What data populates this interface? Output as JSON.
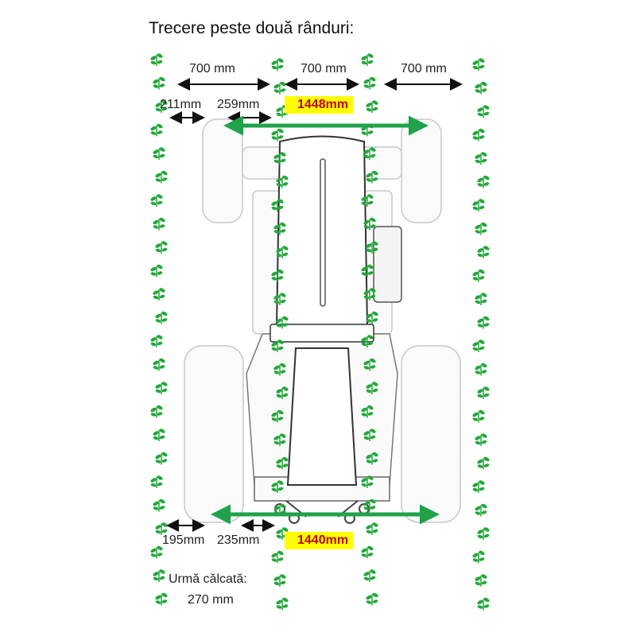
{
  "title": "Trecere peste două rânduri:",
  "row_spacing_labels": [
    "700 mm",
    "700 mm",
    "700 mm"
  ],
  "front": {
    "left_gap": "211mm",
    "inner_gap": "259mm",
    "track": "1448mm"
  },
  "rear": {
    "left_gap": "195mm",
    "inner_gap": "235mm",
    "track": "1440mm"
  },
  "trampled": {
    "label": "Urmă călcată:",
    "value": "270 mm"
  },
  "colors": {
    "plant": "#22a83a",
    "track_arrow": "#1fa24a",
    "highlight": "#ffff00",
    "highlight_text": "#c00000"
  }
}
